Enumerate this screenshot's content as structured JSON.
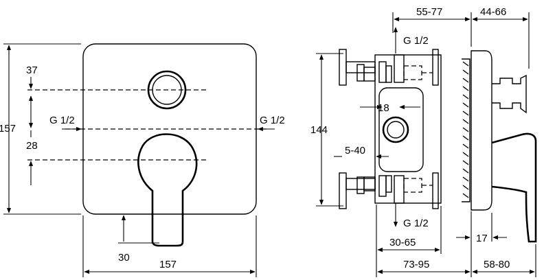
{
  "front_view": {
    "height_total": "157",
    "width_total": "157",
    "offset_upper": "37",
    "offset_lower": "28",
    "thread_left": "G 1/2",
    "thread_right": "G 1/2",
    "handle_depth": "30"
  },
  "side_view": {
    "top_depth": "55-77",
    "top_right": "44-66",
    "thread_top": "G 1/2",
    "thread_bottom": "G 1/2",
    "body_height": "144",
    "port_width": "18",
    "adjust_range": "5-40",
    "depth_lower": "30-65",
    "depth_total": "73-95",
    "plate_offset": "17",
    "lever_depth": "58-80"
  }
}
